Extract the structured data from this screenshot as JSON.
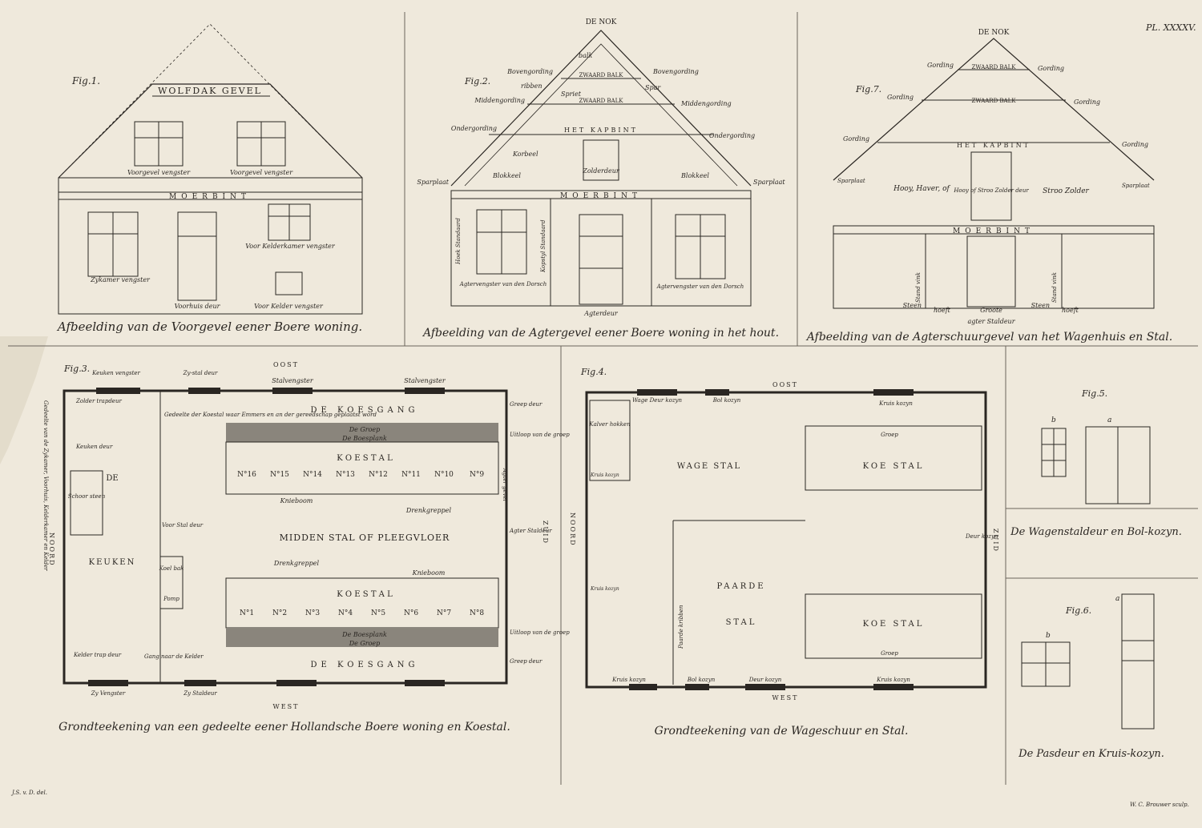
{
  "plate_number": "PL. XXXXV.",
  "fig1": {
    "fig_label": "Fig.1.",
    "gable_title": "WOLFDAK GEVEL",
    "window_label_left": "Voorgevel vengster",
    "window_label_right": "Voorgevel vengster",
    "beam": "MOERBINT",
    "room_window": "Zykamer vengster",
    "door": "Voorhuis deur",
    "cellar_room_window": "Voor Kelderkamer vengster",
    "cellar_window": "Voor Kelder vengster",
    "caption": "Afbeelding van de Voorgevel eener Boere woning."
  },
  "fig2": {
    "fig_label": "Fig.2.",
    "ridge": "DE NOK",
    "upper_purlin": "Bovengording",
    "middle_purlin": "Middengording",
    "lower_purlin": "Ondergording",
    "collar_beam": "ZWAARD BALK",
    "tie_beam": "HET KAPBINT",
    "rafter": "Spar",
    "strut": "Spriet",
    "balk": "balk",
    "ribben": "ribben",
    "knee_brace": "Korbeel",
    "block": "Blokkeel",
    "loft_door": "Zolderdeur",
    "wall_plate": "Sparplaat",
    "beam": "MOERBINT",
    "post": "Kopstyl Standaard",
    "hoek_standaard": "Hoek Standaard",
    "window_label": "Agtervengster van den Dorsch",
    "door": "Agterdeur",
    "caption": "Afbeelding van de Agtergevel eener Boere woning in het hout."
  },
  "fig7": {
    "fig_label": "Fig.7.",
    "ridge": "DE NOK",
    "purlin": "Gording",
    "collar_beam": "ZWAARD BALK",
    "tie_beam": "HET KAPBINT",
    "hay_loft_left": "Hooy, Haver, of",
    "hay_loft_right": "Stroo Zolder",
    "loft_door": "Hooy of Stroo Zolder deur",
    "wall_plate": "Sparplaat",
    "beam": "MOERBINT",
    "stone": "Steen",
    "hoeft": "hoeft",
    "post": "Stand vink",
    "big_door": "Groote",
    "bottom_label": "agter Staldeur",
    "caption": "Afbeelding van de Agterschuurgevel van het Wagenhuis en Stal."
  },
  "fig3": {
    "fig_label": "Fig.3.",
    "compass_east": "OOST",
    "compass_west": "WEST",
    "compass_north": "NOORD",
    "compass_south": "ZUID",
    "kitchen_window": "Keuken vengster",
    "side_stable_door": "Zy-stal deur",
    "stable_window": "Stalvengster",
    "trench_door": "Greep deur",
    "attic_hatch": "Zolder trapdeur",
    "kitchen_door": "Keuken deur",
    "kitchen_word_de": "DE",
    "chimney": "Schoor steen",
    "kitchen": "KEUKEN",
    "front_stable_door": "Voor Stal deur",
    "cooling_tray": "Koel bak",
    "pump": "Pomp",
    "cellar_hatch": "Kelder trap deur",
    "cellar_passage": "Gang naar de Kelder",
    "side_window": "Zy Vengster",
    "side_stable_door_bottom": "Zy Staldeur",
    "store_note": "Gedeelte der Koestal waar Emmers en an der gereedschap geplaatst word",
    "side_note": "Gedeelte van de Zykamer, Voorhuis, Kelderkamer en Kelder",
    "cow_passage_top": "DE KOESGANG",
    "cow_passage_bottom": "DE KOESGANG",
    "trench": "De Groep",
    "feed_plank": "De Boesplank",
    "stall": "K O E S T A L",
    "stall_top_numbers": [
      "N°16",
      "N°15",
      "N°14",
      "N°13",
      "N°12",
      "N°11",
      "N°10",
      "N°9"
    ],
    "stall_bottom_numbers": [
      "N°1",
      "N°2",
      "N°3",
      "N°4",
      "N°5",
      "N°6",
      "N°7",
      "N°8"
    ],
    "knee_beam": "Knieboom",
    "drain": "Drenkgreppel",
    "middle": "MIDDEN STAL OF PLEEGVLOER",
    "trench_outlet": "Uitloop van de groep",
    "rear_gable": "Agter gevel",
    "rear_stable_door": "Agter Staldeur",
    "caption": "Grondteekening van een gedeelte eener Hollandsche Boere woning en Koestal."
  },
  "fig4": {
    "fig_label": "Fig.4.",
    "compass_east": "OOST",
    "compass_west": "WEST",
    "compass_north": "NOORD",
    "compass_south": "ZUID",
    "wagon_door": "Wage Deur kozyn",
    "bol_frame": "Bol kozyn",
    "cross_frame": "Kruis kozyn",
    "calf_pens": "Kalver hokken",
    "wagon_stable": "WAGE STAL",
    "cow_stable": "KOE STAL",
    "trench": "Groep",
    "door_frame": "Deur kozyn",
    "horse_stable_1": "PAARDE",
    "horse_stable_2": "STAL",
    "horse_cribs": "Paarde kribben",
    "caption": "Grondteekening van de Wageschuur en Stal."
  },
  "fig5": {
    "fig_label": "Fig.5.",
    "mark_a": "a",
    "mark_b": "b",
    "caption": "De Wagenstaldeur en Bol-kozyn."
  },
  "fig6": {
    "fig_label": "Fig.6.",
    "mark_a": "a",
    "mark_b": "b",
    "caption": "De Pasdeur en Kruis-kozyn."
  },
  "credit_left": "J.S. v. D. del.",
  "credit_right": "W. C. Brouwer sculp."
}
